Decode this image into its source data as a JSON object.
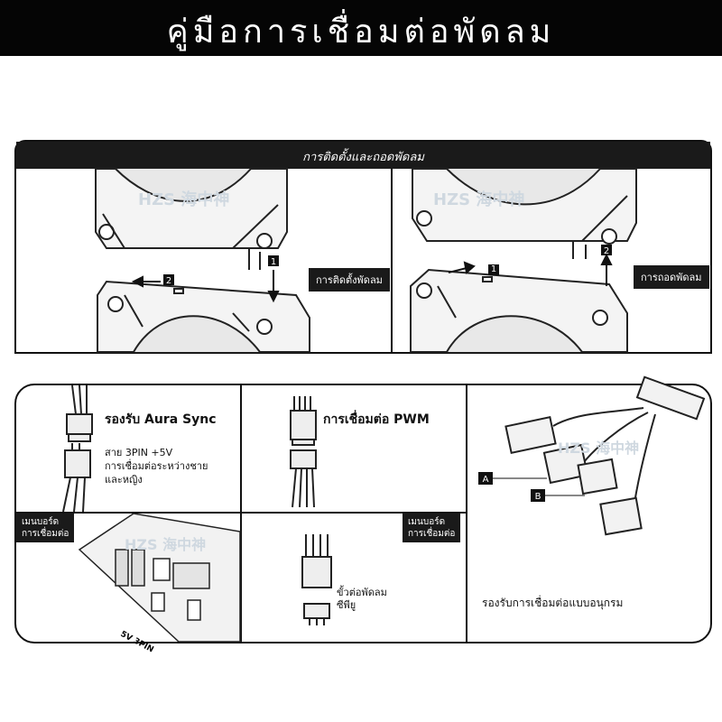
{
  "header": {
    "title": "คู่มือการเชื่อมต่อพัดลม"
  },
  "install": {
    "title": "การติดตั้งและถอดพัดลม",
    "install_label": "การติดตั้งพัดลม",
    "remove_label": "การถอดพัดลม",
    "step1": "1",
    "step2": "2",
    "watermark": "HZS 海中神"
  },
  "connections": {
    "aura": {
      "title": "รองรับ Aura Sync",
      "desc_line1": "สาย 3PIN +5V",
      "desc_line2": "การเชื่อมต่อระหว่างชาย",
      "desc_line3": "และหญิง"
    },
    "pwm": {
      "title": "การเชื่อมต่อ PWM"
    },
    "motherboard_left": {
      "line1": "เมนบอร์ด",
      "line2": "การเชื่อมต่อ"
    },
    "motherboard_right": {
      "line1": "เมนบอร์ด",
      "line2": "การเชื่อมต่อ"
    },
    "board_label": "5V 3PIN",
    "cpu_fan": {
      "line1": "ขั้วต่อพัดลม",
      "line2": "ซีพียู"
    },
    "serial": {
      "text": "รองรับการเชื่อมต่อแบบอนุกรม",
      "label_a": "A",
      "label_b": "B"
    }
  }
}
